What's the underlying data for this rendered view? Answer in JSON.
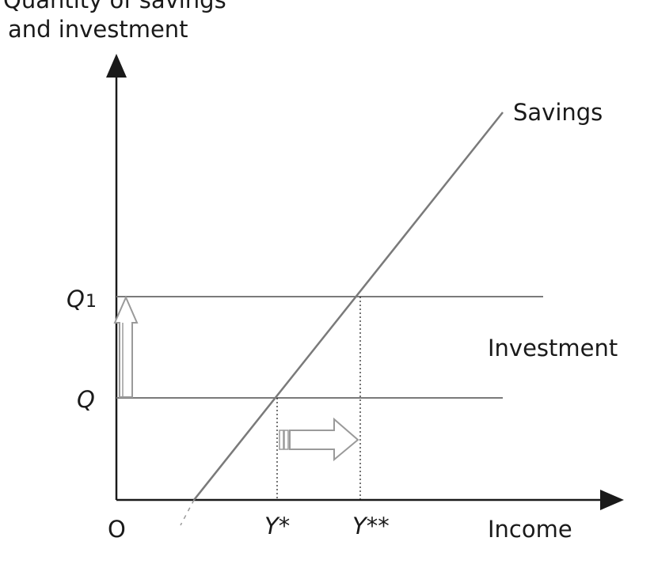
{
  "y_axis_label": {
    "line1": "Quantity of savings",
    "line2": "and investment"
  },
  "x_axis_label": "Income",
  "origin_label": "O",
  "curves": {
    "savings_label": "Savings",
    "investment_label": "Investment"
  },
  "y_ticks": {
    "q": "Q",
    "q1_letter": "Q",
    "q1_sub": "1"
  },
  "x_ticks": {
    "y_star": "Y*",
    "y_double_star": "Y**"
  },
  "colors": {
    "lines": "#7a7a7a",
    "axes": "#1a1a1a",
    "arrows": "#9a9a9a"
  }
}
